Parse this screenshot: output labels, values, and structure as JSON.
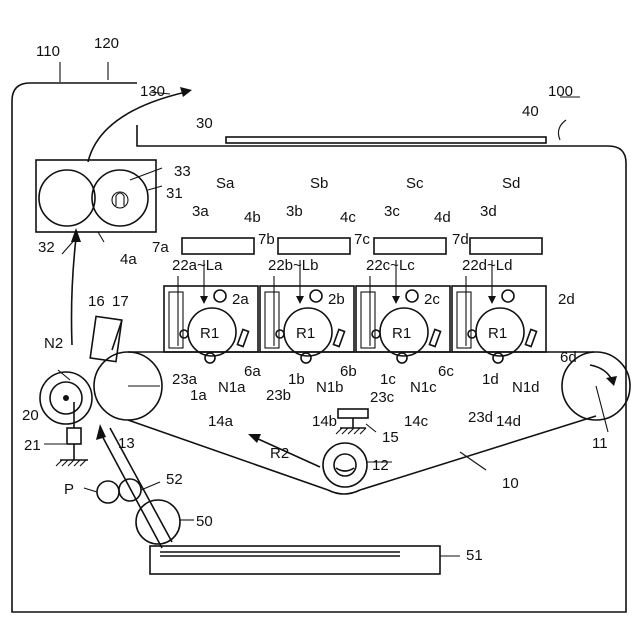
{
  "labels": {
    "l110": "110",
    "l120": "120",
    "l130": "130",
    "l100": "100",
    "l40": "40",
    "l30": "30",
    "l33": "33",
    "l31": "31",
    "l32": "32",
    "Sa": "Sa",
    "Sb": "Sb",
    "Sc": "Sc",
    "Sd": "Sd",
    "l3a": "3a",
    "l3b": "3b",
    "l3c": "3c",
    "l3d": "3d",
    "l4b": "4b",
    "l4c": "4c",
    "l4d": "4d",
    "l4a": "4a",
    "l7a": "7a",
    "l7b": "7b",
    "l7c": "7c",
    "l7d": "7d",
    "l22aLa": "22a~La",
    "l22bLb": "22b~Lb",
    "l22cLc": "22c~Lc",
    "l22dLd": "22d~Ld",
    "l2a": "2a",
    "l2b": "2b",
    "l2c": "2c",
    "l2d": "2d",
    "l16": "16",
    "l17": "17",
    "R1a": "R1",
    "R1b": "R1",
    "R1c": "R1",
    "R1d": "R1",
    "l6a": "6a",
    "l6b": "6b",
    "l6c": "6c",
    "l6d": "6d",
    "N2": "N2",
    "l23a": "23a",
    "l1a": "1a",
    "N1a": "N1a",
    "l14a": "14a",
    "l23b": "23b",
    "l1b": "1b",
    "N1b": "N1b",
    "l14b": "14b",
    "l23c": "23c",
    "l1c": "1c",
    "N1c": "N1c",
    "l14c": "14c",
    "l23d": "23d",
    "l1d": "1d",
    "N1d": "N1d",
    "l14d": "14d",
    "l20": "20",
    "l13": "13",
    "l21": "21",
    "l15": "15",
    "l11": "11",
    "R2": "R2",
    "l12": "12",
    "l10": "10",
    "P": "P",
    "l52": "52",
    "l50": "50",
    "l51": "51"
  }
}
